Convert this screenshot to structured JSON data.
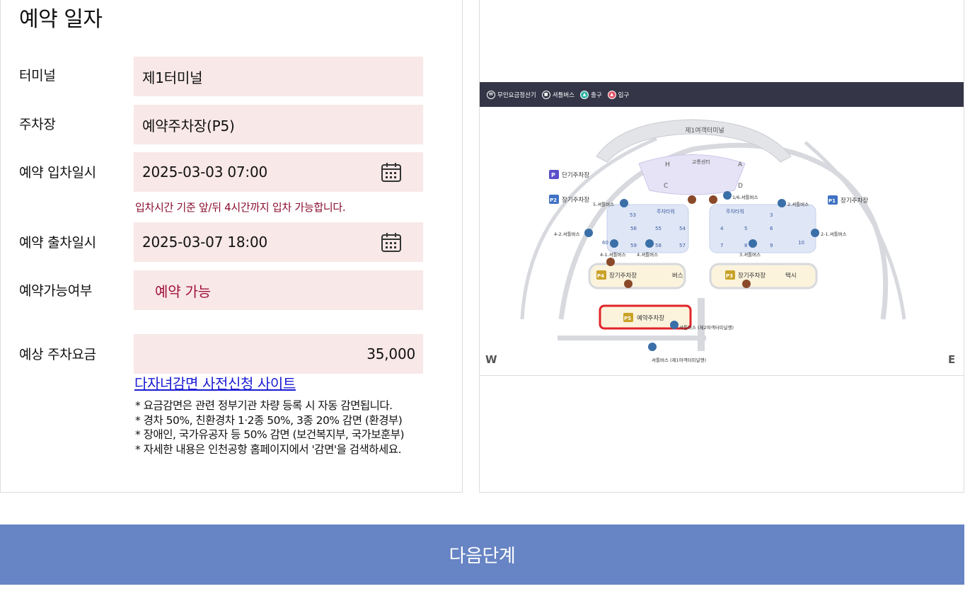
{
  "form": {
    "title": "예약 일자",
    "terminal": {
      "label": "터미널",
      "value": "제1터미널"
    },
    "parking": {
      "label": "주차장",
      "value": "예약주차장(P5)"
    },
    "entry": {
      "label": "예약 입차일시",
      "value": "2025-03-03 07:00",
      "hint": "입차시간 기준 앞/뒤 4시간까지 입차 가능합니다."
    },
    "exit": {
      "label": "예약 출차일시",
      "value": "2025-03-07 18:00"
    },
    "availability": {
      "label": "예약가능여부",
      "value": "예약 가능"
    },
    "fee": {
      "label": "예상 주차요금",
      "value": "35,000"
    },
    "discount_link": "다자녀감면 사전신청 사이트",
    "notes": [
      "* 요금감면은 관련 정부기관 차량 등록 시 자동 감면됩니다.",
      "* 경차 50%, 친환경차 1·2종 50%, 3종 20% 감면 (환경부)",
      "* 장애인, 국가유공자 등 50% 감면 (보건복지부, 국가보훈부)",
      "* 자세한 내용은 인천공항 홈페이지에서 '감면'을 검색하세요."
    ]
  },
  "map": {
    "legend": [
      "무인요금정산기",
      "셔틀버스",
      "출구",
      "입구"
    ],
    "terminal_label": "제1여객터미널",
    "zone_labels": [
      "H",
      "교통센터",
      "A",
      "C",
      "D"
    ],
    "short_term": "단기주차장",
    "p2": "장기주차장",
    "p1": "장기주차장",
    "p4": "장기주차장",
    "p3": "장기주차장",
    "p5": "예약주차장",
    "bus": "버스",
    "taxi": "택시",
    "parking_tower": "주차타워",
    "bus_stops": [
      "5.셔틀버스",
      "1/6.셔틀버스",
      "2.셔틀버스",
      "4-2.셔틀버스",
      "2-1.셔틀버스",
      "4-1.셔틀버스",
      "4.셔틀버스",
      "3.셔틀버스",
      "셔틀버스 (제2여객터미널행)",
      "셔틀버스 (제1여객터미널행)"
    ],
    "spots_left": [
      "53",
      "56",
      "55",
      "54",
      "60",
      "59",
      "58",
      "57"
    ],
    "spots_right": [
      "3",
      "4",
      "5",
      "6",
      "7",
      "8",
      "9",
      "10"
    ],
    "west": "W",
    "east": "E",
    "colors": {
      "p5_border": "#e0252a",
      "accent": "#6784c4"
    }
  },
  "next_button": "다음단계"
}
